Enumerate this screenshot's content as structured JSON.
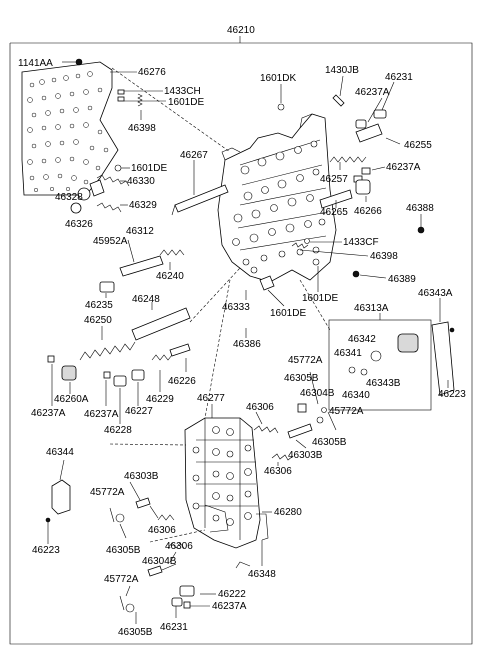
{
  "labels": {
    "l46210": "46210",
    "l1141AA": "1141AA",
    "l46276": "46276",
    "l1433CH": "1433CH",
    "l1601DE_a": "1601DE",
    "l46398_a": "46398",
    "l1601DK": "1601DK",
    "l1430JB": "1430JB",
    "l46231_a": "46231",
    "l46237A_a": "46237A",
    "l46255": "46255",
    "l1601DE_b": "1601DE",
    "l46330": "46330",
    "l46267": "46267",
    "l46257": "46257",
    "l46237A_b": "46237A",
    "l46328": "46328",
    "l46329": "46329",
    "l46265": "46265",
    "l46266": "46266",
    "l46326": "46326",
    "l46388": "46388",
    "l46312": "46312",
    "l45952A": "45952A",
    "l1433CF": "1433CF",
    "l46398_b": "46398",
    "l46240": "46240",
    "l46389": "46389",
    "l1601DE_c": "1601DE",
    "l46235": "46235",
    "l46248": "46248",
    "l46333": "46333",
    "l1601DE_d": "1601DE",
    "l46313A": "46313A",
    "l46343A": "46343A",
    "l46250": "46250",
    "l46342": "46342",
    "l46341": "46341",
    "l46343B": "46343B",
    "l46386": "46386",
    "l46340": "46340",
    "l45772A_a": "45772A",
    "l46226": "46226",
    "l46305B_a": "46305B",
    "l46223_a": "46223",
    "l46260A": "46260A",
    "l46229": "46229",
    "l46304B_a": "46304B",
    "l46237A_c": "46237A",
    "l46237A_d": "46237A",
    "l46227": "46227",
    "l46277": "46277",
    "l46306_a": "46306",
    "l45772A_b": "45772A",
    "l46228": "46228",
    "l46305B_b": "46305B",
    "l46344": "46344",
    "l46303B_a": "46303B",
    "l46306_b": "46306",
    "l46303B_b": "46303B",
    "l45772A_c": "45772A",
    "l46280": "46280",
    "l46306_c": "46306",
    "l46223_b": "46223",
    "l46305B_c": "46305B",
    "l46306_d": "46306",
    "l46348": "46348",
    "l46304B_b": "46304B",
    "l45772A_d": "45772A",
    "l46222": "46222",
    "l46237A_e": "46237A",
    "l46305B_d": "46305B",
    "l46231_b": "46231"
  }
}
